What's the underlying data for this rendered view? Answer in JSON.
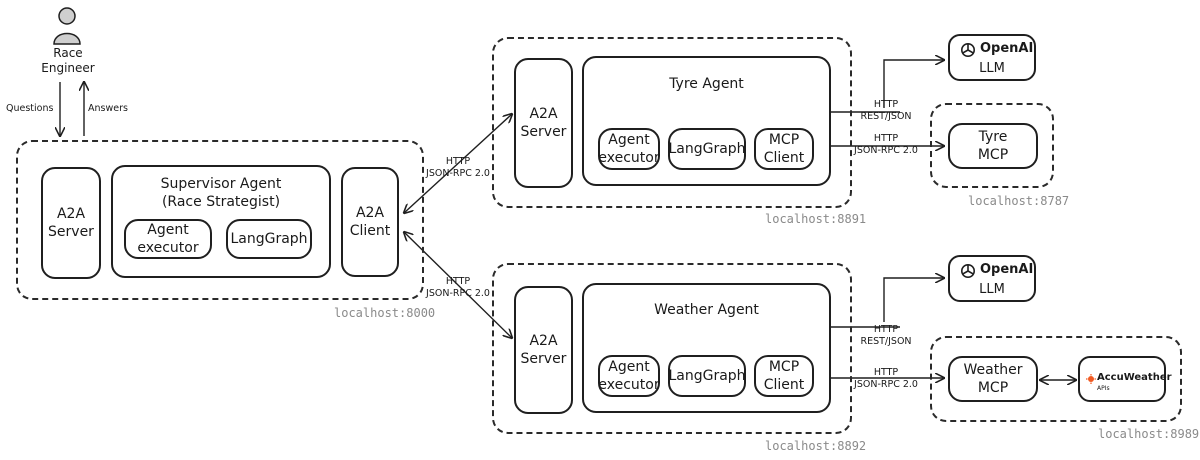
{
  "user": {
    "label": "Race\nEngineer",
    "questions": "Questions",
    "answers": "Answers"
  },
  "supervisor": {
    "host": "localhost:8000",
    "a2a_server": "A2A\nServer",
    "agent_title": "Supervisor Agent\n(Race Strategist)",
    "agent_executor": "Agent\nexecutor",
    "langgraph": "LangGraph",
    "a2a_client": "A2A\nClient"
  },
  "tyre": {
    "host": "localhost:8891",
    "a2a_server": "A2A\nServer",
    "agent_title": "Tyre Agent",
    "agent_executor": "Agent\nexecutor",
    "langgraph": "LangGraph",
    "mcp_client": "MCP\nClient",
    "mcp_host": "localhost:8787",
    "mcp_server": "Tyre\nMCP"
  },
  "weather": {
    "host": "localhost:8892",
    "a2a_server": "A2A\nServer",
    "agent_title": "Weather Agent",
    "agent_executor": "Agent\nexecutor",
    "langgraph": "LangGraph",
    "mcp_client": "MCP\nClient",
    "mcp_host": "localhost:8989",
    "mcp_server": "Weather\nMCP"
  },
  "protocols": {
    "a2a_tyre": "HTTP\nJSON-RPC 2.0",
    "a2a_weather": "HTTP\nJSON-RPC 2.0",
    "rest_tyre": "HTTP\nREST/JSON",
    "rest_weather": "HTTP\nREST/JSON",
    "mcp_tyre": "HTTP\nJSON-RPC 2.0",
    "mcp_weather": "HTTP\nJSON-RPC 2.0"
  },
  "llm": {
    "brand": "OpenAI",
    "label": "LLM"
  },
  "accuweather": {
    "brand": "AccuWeather",
    "sub": "APIs"
  },
  "colors": {
    "stroke": "#1f1f1f",
    "host_text": "#8a8a8a",
    "accu_orange": "#f15a22",
    "user_gray": "#cfcfcf"
  }
}
